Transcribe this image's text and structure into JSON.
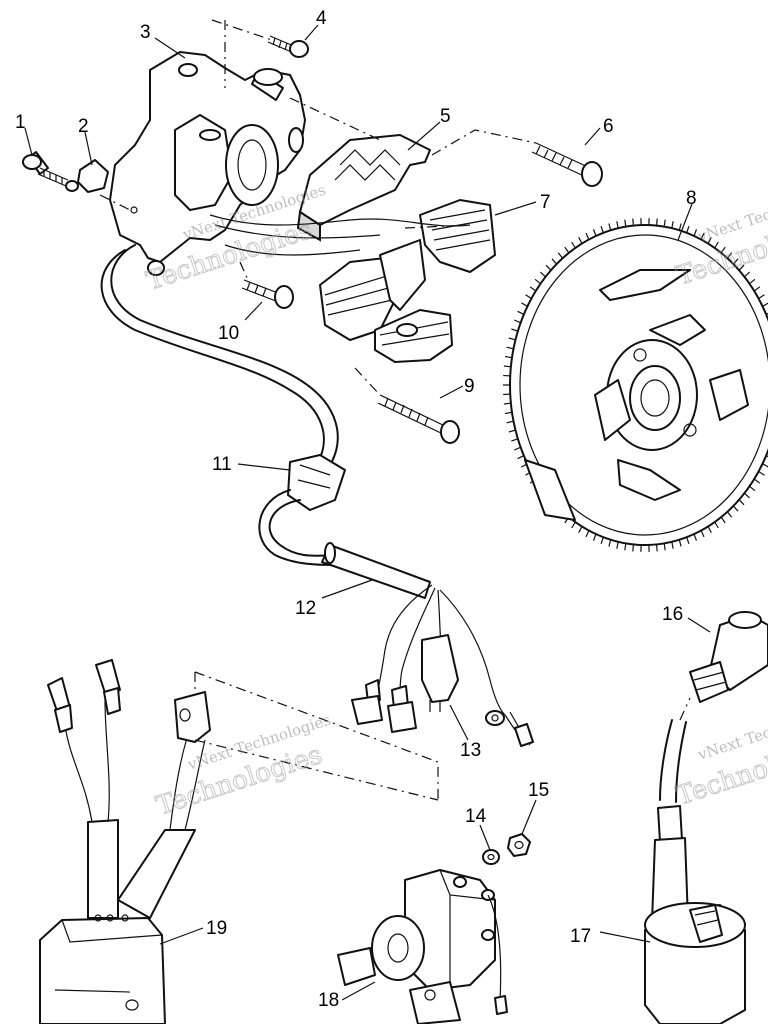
{
  "callouts": {
    "c1": "1",
    "c2": "2",
    "c3": "3",
    "c4": "4",
    "c5": "5",
    "c6": "6",
    "c7": "7",
    "c8": "8",
    "c9": "9",
    "c10": "10",
    "c11": "11",
    "c12": "12",
    "c13": "13",
    "c14": "14",
    "c15": "15",
    "c16": "16",
    "c17": "17",
    "c18": "18",
    "c19": "19"
  },
  "watermark": {
    "line1": "vNext Technologies",
    "line2": "Technologies"
  },
  "colors": {
    "ink": "#111111",
    "background": "#ffffff",
    "watermark": "#8a8a8a"
  }
}
